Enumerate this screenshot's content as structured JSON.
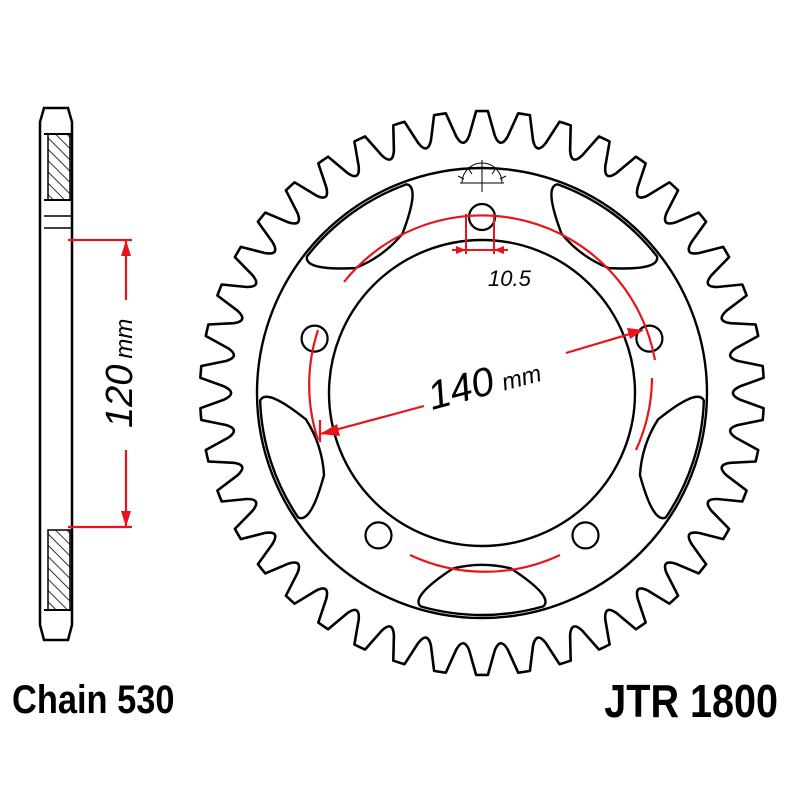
{
  "labels": {
    "chain": "Chain 530",
    "part_number": "JTR 1800"
  },
  "dimensions": {
    "width_value": "120",
    "width_unit": "mm",
    "pcd_value": "140",
    "pcd_unit": "mm",
    "bolt_hole": "10.5"
  },
  "sprocket": {
    "teeth": 42,
    "bolt_holes": 5
  },
  "colors": {
    "outline": "#000000",
    "dimension": "#e8141c"
  }
}
